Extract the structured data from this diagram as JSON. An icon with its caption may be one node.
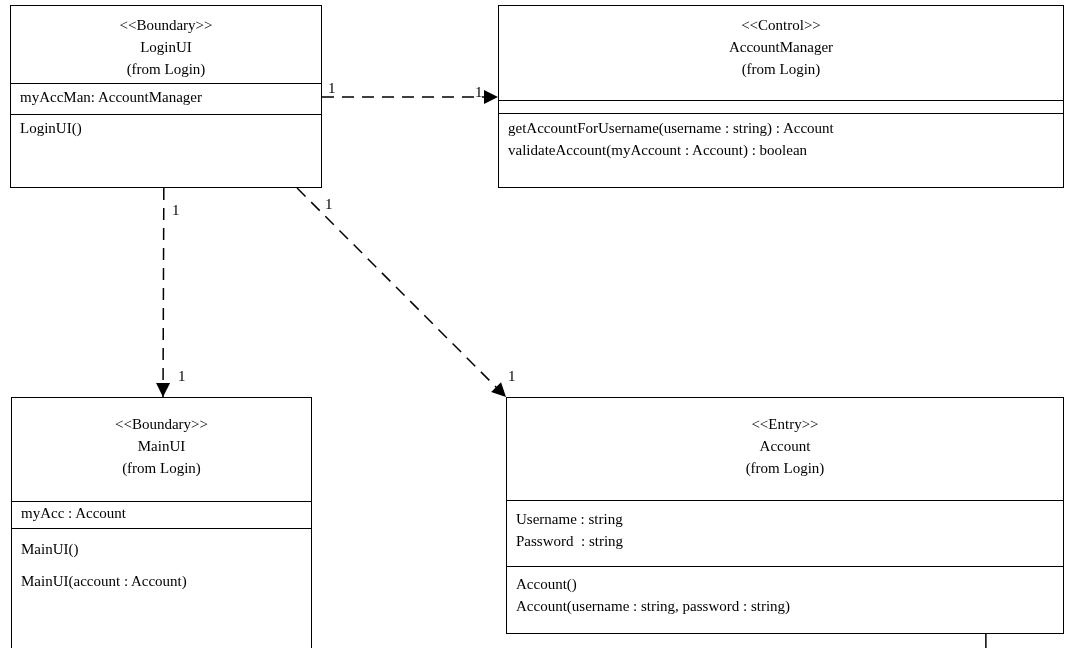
{
  "diagram": {
    "nodes": [
      {
        "text": [
          "<<Boundary>>",
          "LoginUI",
          "(from Login)",
          "myAccMan: AccountManager",
          "LoginUI()"
        ]
      },
      {
        "text": [
          "<<Control>>",
          "AccountManager",
          "(from Login)",
          "getAccountForUsername(username : string) : Account",
          "validateAccount(myAccount : Account) : boolean"
        ]
      },
      {
        "text": [
          "<<Boundary>>",
          "MainUI",
          "(from Login)",
          "myAcc : Account",
          "MainUI()",
          "MainUI(account : Account)"
        ]
      },
      {
        "text": [
          "<<Entry>>",
          "Account",
          "(from Login)",
          "Username : string",
          "Password  : string",
          "Account()",
          "Account(username : string, password : string)"
        ]
      }
    ],
    "edges": [
      {
        "from": 0,
        "to": 1,
        "arrow": "to",
        "style": "dashed"
      },
      {
        "from": 0,
        "to": 2,
        "arrow": "to",
        "style": "dashed"
      },
      {
        "from": 0,
        "to": 3,
        "arrow": "to",
        "style": "dashed"
      },
      {
        "from": 3,
        "to": null,
        "arrow": "none"
      }
    ],
    "labels": [
      "1",
      "1",
      "1",
      "1",
      "1",
      "1"
    ]
  }
}
